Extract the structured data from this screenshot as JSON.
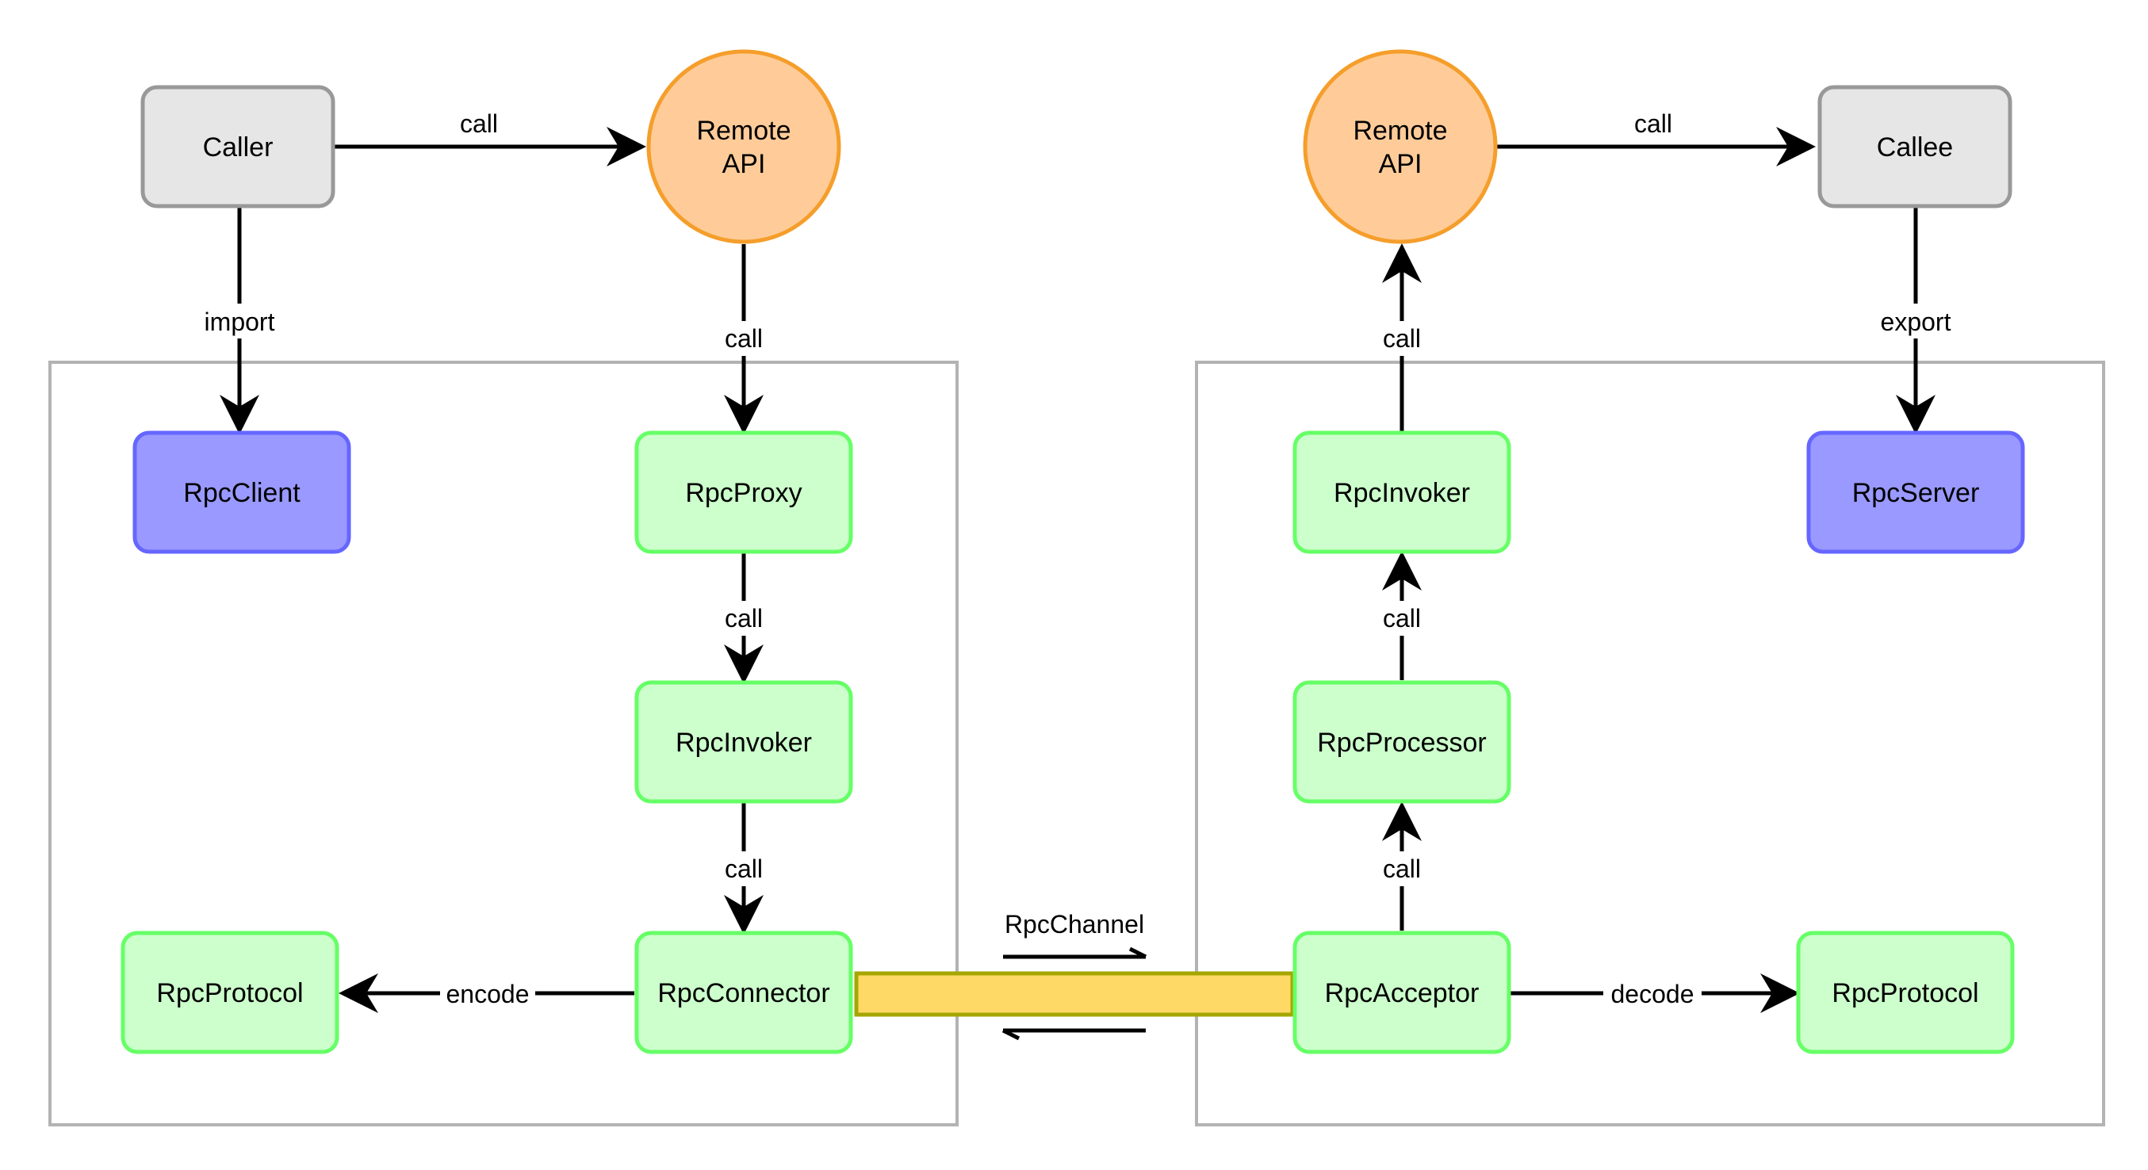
{
  "nodes": {
    "caller": "Caller",
    "remote_api_left": [
      "Remote",
      "API"
    ],
    "rpc_client": "RpcClient",
    "rpc_proxy": "RpcProxy",
    "rpc_invoker_left": "RpcInvoker",
    "rpc_connector": "RpcConnector",
    "rpc_protocol_left": "RpcProtocol",
    "remote_api_right": [
      "Remote",
      "API"
    ],
    "callee": "Callee",
    "rpc_invoker_right": "RpcInvoker",
    "rpc_server": "RpcServer",
    "rpc_processor": "RpcProcessor",
    "rpc_acceptor": "RpcAcceptor",
    "rpc_protocol_right": "RpcProtocol"
  },
  "edges": {
    "caller_to_remote_api": "call",
    "caller_to_rpc_client": "import",
    "remote_api_to_rpc_proxy": "call",
    "rpc_proxy_to_rpc_invoker": "call",
    "rpc_invoker_to_rpc_connector": "call",
    "rpc_connector_to_rpc_protocol": "encode",
    "remote_api_to_callee": "call",
    "callee_to_rpc_server": "export",
    "rpc_invoker_to_remote_api": "call",
    "rpc_processor_to_rpc_invoker": "call",
    "rpc_acceptor_to_rpc_processor": "call",
    "rpc_acceptor_to_rpc_protocol": "decode"
  },
  "channel": {
    "label": "RpcChannel"
  },
  "colors": {
    "gray_fill": "#e6e6e6",
    "gray_stroke": "#999999",
    "orange_fill": "#ffcc99",
    "orange_stroke": "#f59e2b",
    "purple_fill": "#9999ff",
    "purple_stroke": "#6666ff",
    "green_fill": "#ccffcc",
    "green_stroke": "#66ff66",
    "yellow_fill": "#ffd966",
    "yellow_stroke": "#a6a600",
    "frame_stroke": "#b3b3b3"
  }
}
